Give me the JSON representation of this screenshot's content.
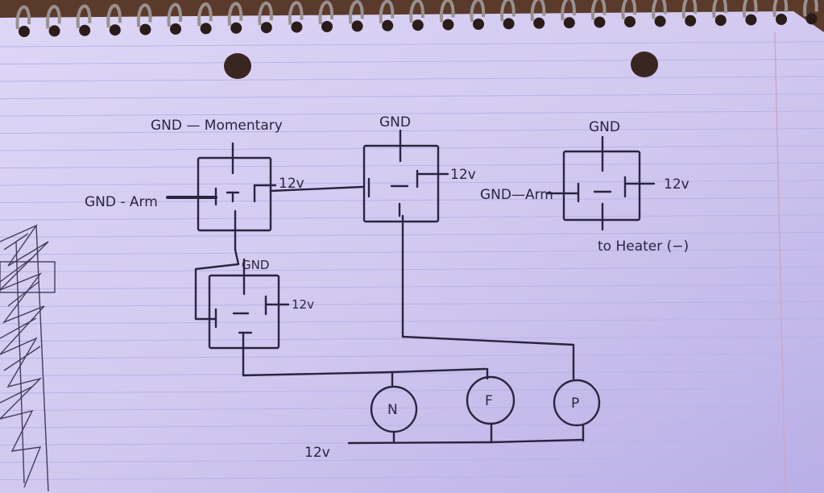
{
  "colors": {
    "paper": "#d8d0f2",
    "rule_line": "#b8b4e8",
    "margin_line": "#c9a8c8",
    "ink": "#2a2440",
    "background": "#5a3a2a",
    "spiral": "#9a9090"
  },
  "relay1": {
    "top_label": "GND — Momentary",
    "left_label": "GND - Arm",
    "right_label": "12v"
  },
  "relay2": {
    "top_label": "GND",
    "right_label": "12v"
  },
  "relay3": {
    "top_label": "GND",
    "left_label": "GND—Arm",
    "right_label": "12v",
    "bottom_label": "to Heater (−)"
  },
  "relay4": {
    "top_label": "GND",
    "right_label": "12v"
  },
  "motors": {
    "motor_n": "N",
    "motor_f": "F",
    "motor_p": "P",
    "supply_label": "12v"
  }
}
